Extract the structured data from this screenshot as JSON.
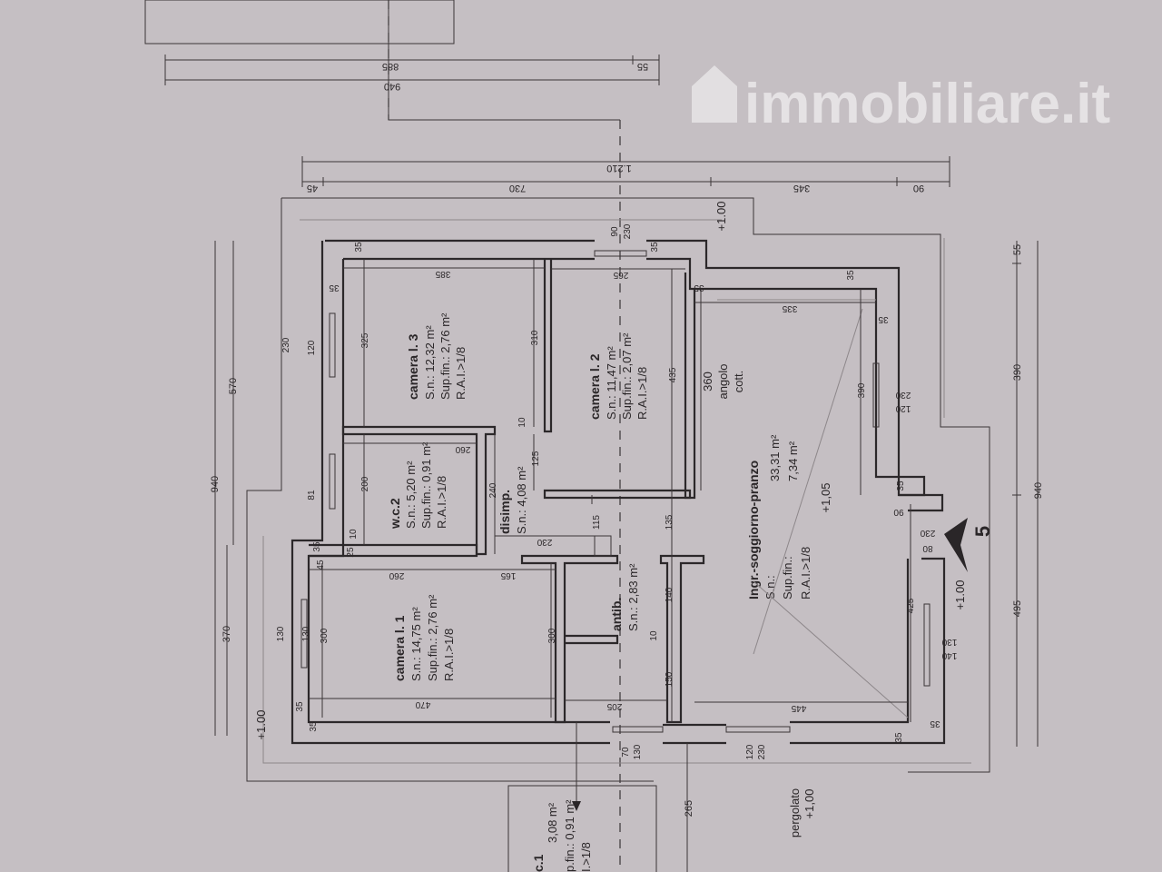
{
  "watermark": "immobiliare.it",
  "compass": {
    "label": "5"
  },
  "rooms": {
    "camera_3": {
      "name": "camera l. 3",
      "sn": "S.n.:   12,32 m²",
      "sup": "Sup.fin.: 2,76 m²",
      "rai": "R.A.I.>1/8"
    },
    "camera_2": {
      "name": "camera l. 2",
      "sn": "S.n.:   11,47 m²",
      "sup": "Sup.fin.: 2,07 m²",
      "rai": "R.A.I.>1/8"
    },
    "wc_2": {
      "name": "w.c.2",
      "sn": "S.n.:   5,20 m²",
      "sup": "Sup.fin.: 0,91 m²",
      "rai": "R.A.I.>1/8"
    },
    "disimp": {
      "name": "disimp.",
      "sn": "S.n.: 4,08 m²"
    },
    "camera_1": {
      "name": "camera l. 1",
      "sn": "S.n.:   14,75 m²",
      "sup": "Sup.fin.: 2,76 m²",
      "rai": "R.A.I.>1/8"
    },
    "antib": {
      "name": "antib.",
      "sn": "S.n.: 2,83 m²"
    },
    "soggiorno": {
      "name": "Ingr.-soggiorno-pranzo",
      "sn": "S.n.:",
      "sup": "Sup.fin.:",
      "rai": "R.A.I.>1/8",
      "sn_value": "33,31 m²",
      "sup_value": "7,34 m²",
      "level": "+1,05"
    },
    "angolo_cottura": {
      "dim": "360",
      "line1": "angolo",
      "line2": "cott."
    },
    "wc_1": {
      "name": "c.1",
      "sn": "3,08 m²",
      "sup": "p.fin.: 0,91 m²",
      "rai": "I.>1/8"
    },
    "pergolato": {
      "name": "pergolato",
      "level": "+1,00"
    }
  },
  "levels": {
    "top": "+1.00",
    "left": "+1.00",
    "right": "+1.00"
  },
  "outer_dimensions": {
    "top": [
      "885",
      "55",
      "940",
      "1.210",
      "45",
      "730",
      "345",
      "90"
    ],
    "left": [
      "940",
      "570",
      "370"
    ],
    "right": [
      "55",
      "390",
      "940",
      "495"
    ],
    "bottom": [
      "265"
    ]
  },
  "inner_dimensions": {
    "camera_3": [
      "35",
      "385",
      "35",
      "325",
      "310",
      "10",
      "230",
      "120"
    ],
    "wc_2": [
      "260",
      "200",
      "10",
      "125",
      "240",
      "35",
      "45",
      "25",
      "81"
    ],
    "camera_1": [
      "260",
      "165",
      "300",
      "300",
      "470",
      "35",
      "35",
      "130",
      "130"
    ],
    "disimp": [
      "230",
      "115"
    ],
    "camera_2": [
      "265",
      "435",
      "90",
      "230",
      "35",
      "35"
    ],
    "antib": [
      "135",
      "140",
      "10",
      "150",
      "205",
      "70",
      "130"
    ],
    "soggiorno": [
      "335",
      "35",
      "35",
      "390",
      "230",
      "120",
      "35",
      "90",
      "230",
      "80",
      "425",
      "130",
      "140",
      "445",
      "35",
      "35",
      "120",
      "230"
    ]
  }
}
